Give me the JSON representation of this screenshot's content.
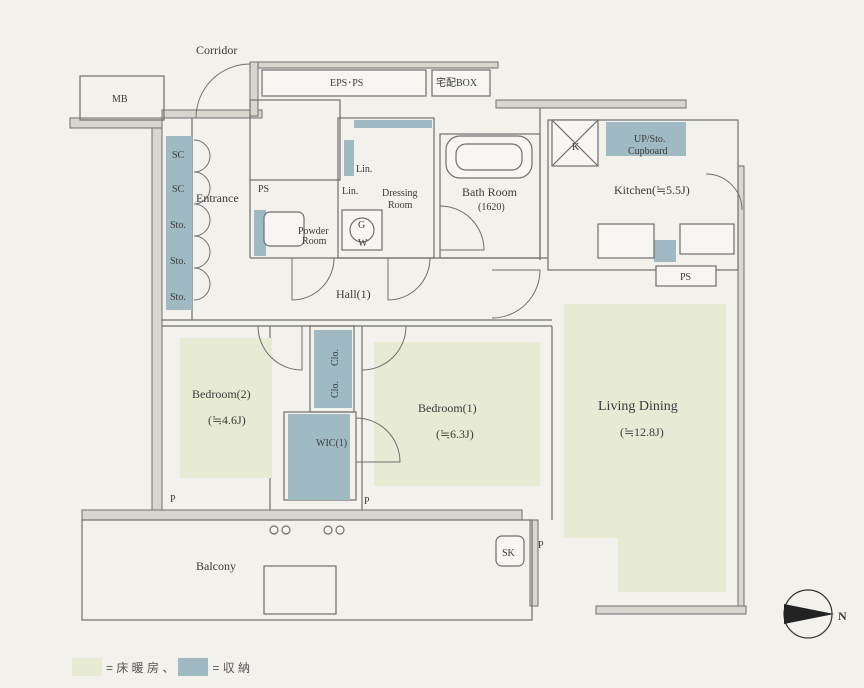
{
  "colors": {
    "background": "#f3f1ec",
    "wall": "#d9d6cf",
    "wall_stroke": "#6f6f6f",
    "floor_heating": "#e8ebd4",
    "storage": "#9fbac2"
  },
  "labels": {
    "corridor": "Corridor",
    "mb": "MB",
    "eps_ps": "EPS･PS",
    "delivery_box": "宅配BOX",
    "entrance": "Entrance",
    "sc1": "SC",
    "sc2": "SC",
    "sto1": "Sto.",
    "sto2": "Sto.",
    "sto3": "Sto.",
    "ps_entrance": "PS",
    "powder_room_1": "Powder",
    "powder_room_2": "Room",
    "lin1": "Lin.",
    "lin2": "Lin.",
    "dressing_1": "Dressing",
    "dressing_2": "Room",
    "washer_g": "G",
    "washer_w": "W",
    "bath_room": "Bath Room",
    "bath_size": "(1620)",
    "fridge": "K",
    "cupboard_1": "UP/Sto.",
    "cupboard_2": "Cupboard",
    "kitchen": "Kitchen(≒5.5J)",
    "ps_kitchen": "PS",
    "hall": "Hall(1)",
    "clo1": "Clo.",
    "clo2": "Clo.",
    "bedroom2": "Bedroom(2)",
    "bedroom2_size": "(≒4.6J)",
    "bedroom1": "Bedroom(1)",
    "bedroom1_size": "(≒6.3J)",
    "wic": "WIC(1)",
    "living": "Living Dining",
    "living_size": "(≒12.8J)",
    "p1": "P",
    "p2": "P",
    "p3": "P",
    "sk": "SK",
    "balcony": "Balcony",
    "north": "N"
  },
  "legend": {
    "floor_heating": "= 床 暖 房 、",
    "storage": "= 収 納"
  }
}
